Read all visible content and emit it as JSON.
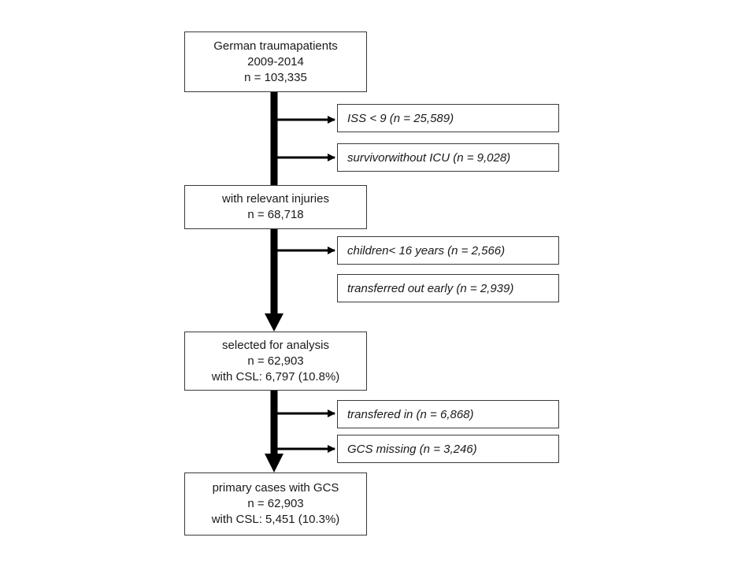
{
  "main_boxes": [
    {
      "lines": [
        "German traumapatients",
        "2009-2014",
        "n = 103,335"
      ]
    },
    {
      "lines": [
        "with relevant injuries",
        "n = 68,718"
      ]
    },
    {
      "lines": [
        "selected for analysis",
        "n = 62,903",
        "with CSL: 6,797 (10.8%)"
      ]
    },
    {
      "lines": [
        "primary cases with GCS",
        "n = 62,903",
        "with CSL: 5,451 (10.3%)"
      ]
    }
  ],
  "exclusions": [
    {
      "label": "ISS < 9  (n = 25,589)"
    },
    {
      "label": "survivorwithout ICU (n = 9,028)"
    },
    {
      "label": "children< 16 years (n = 2,566)"
    },
    {
      "label": "transferred out early (n = 2,939)"
    },
    {
      "label": "transfered in (n = 6,868)"
    },
    {
      "label": "GCS missing (n = 3,246)"
    }
  ],
  "colors": {
    "line": "#000000",
    "border": "#3a3a3a"
  }
}
